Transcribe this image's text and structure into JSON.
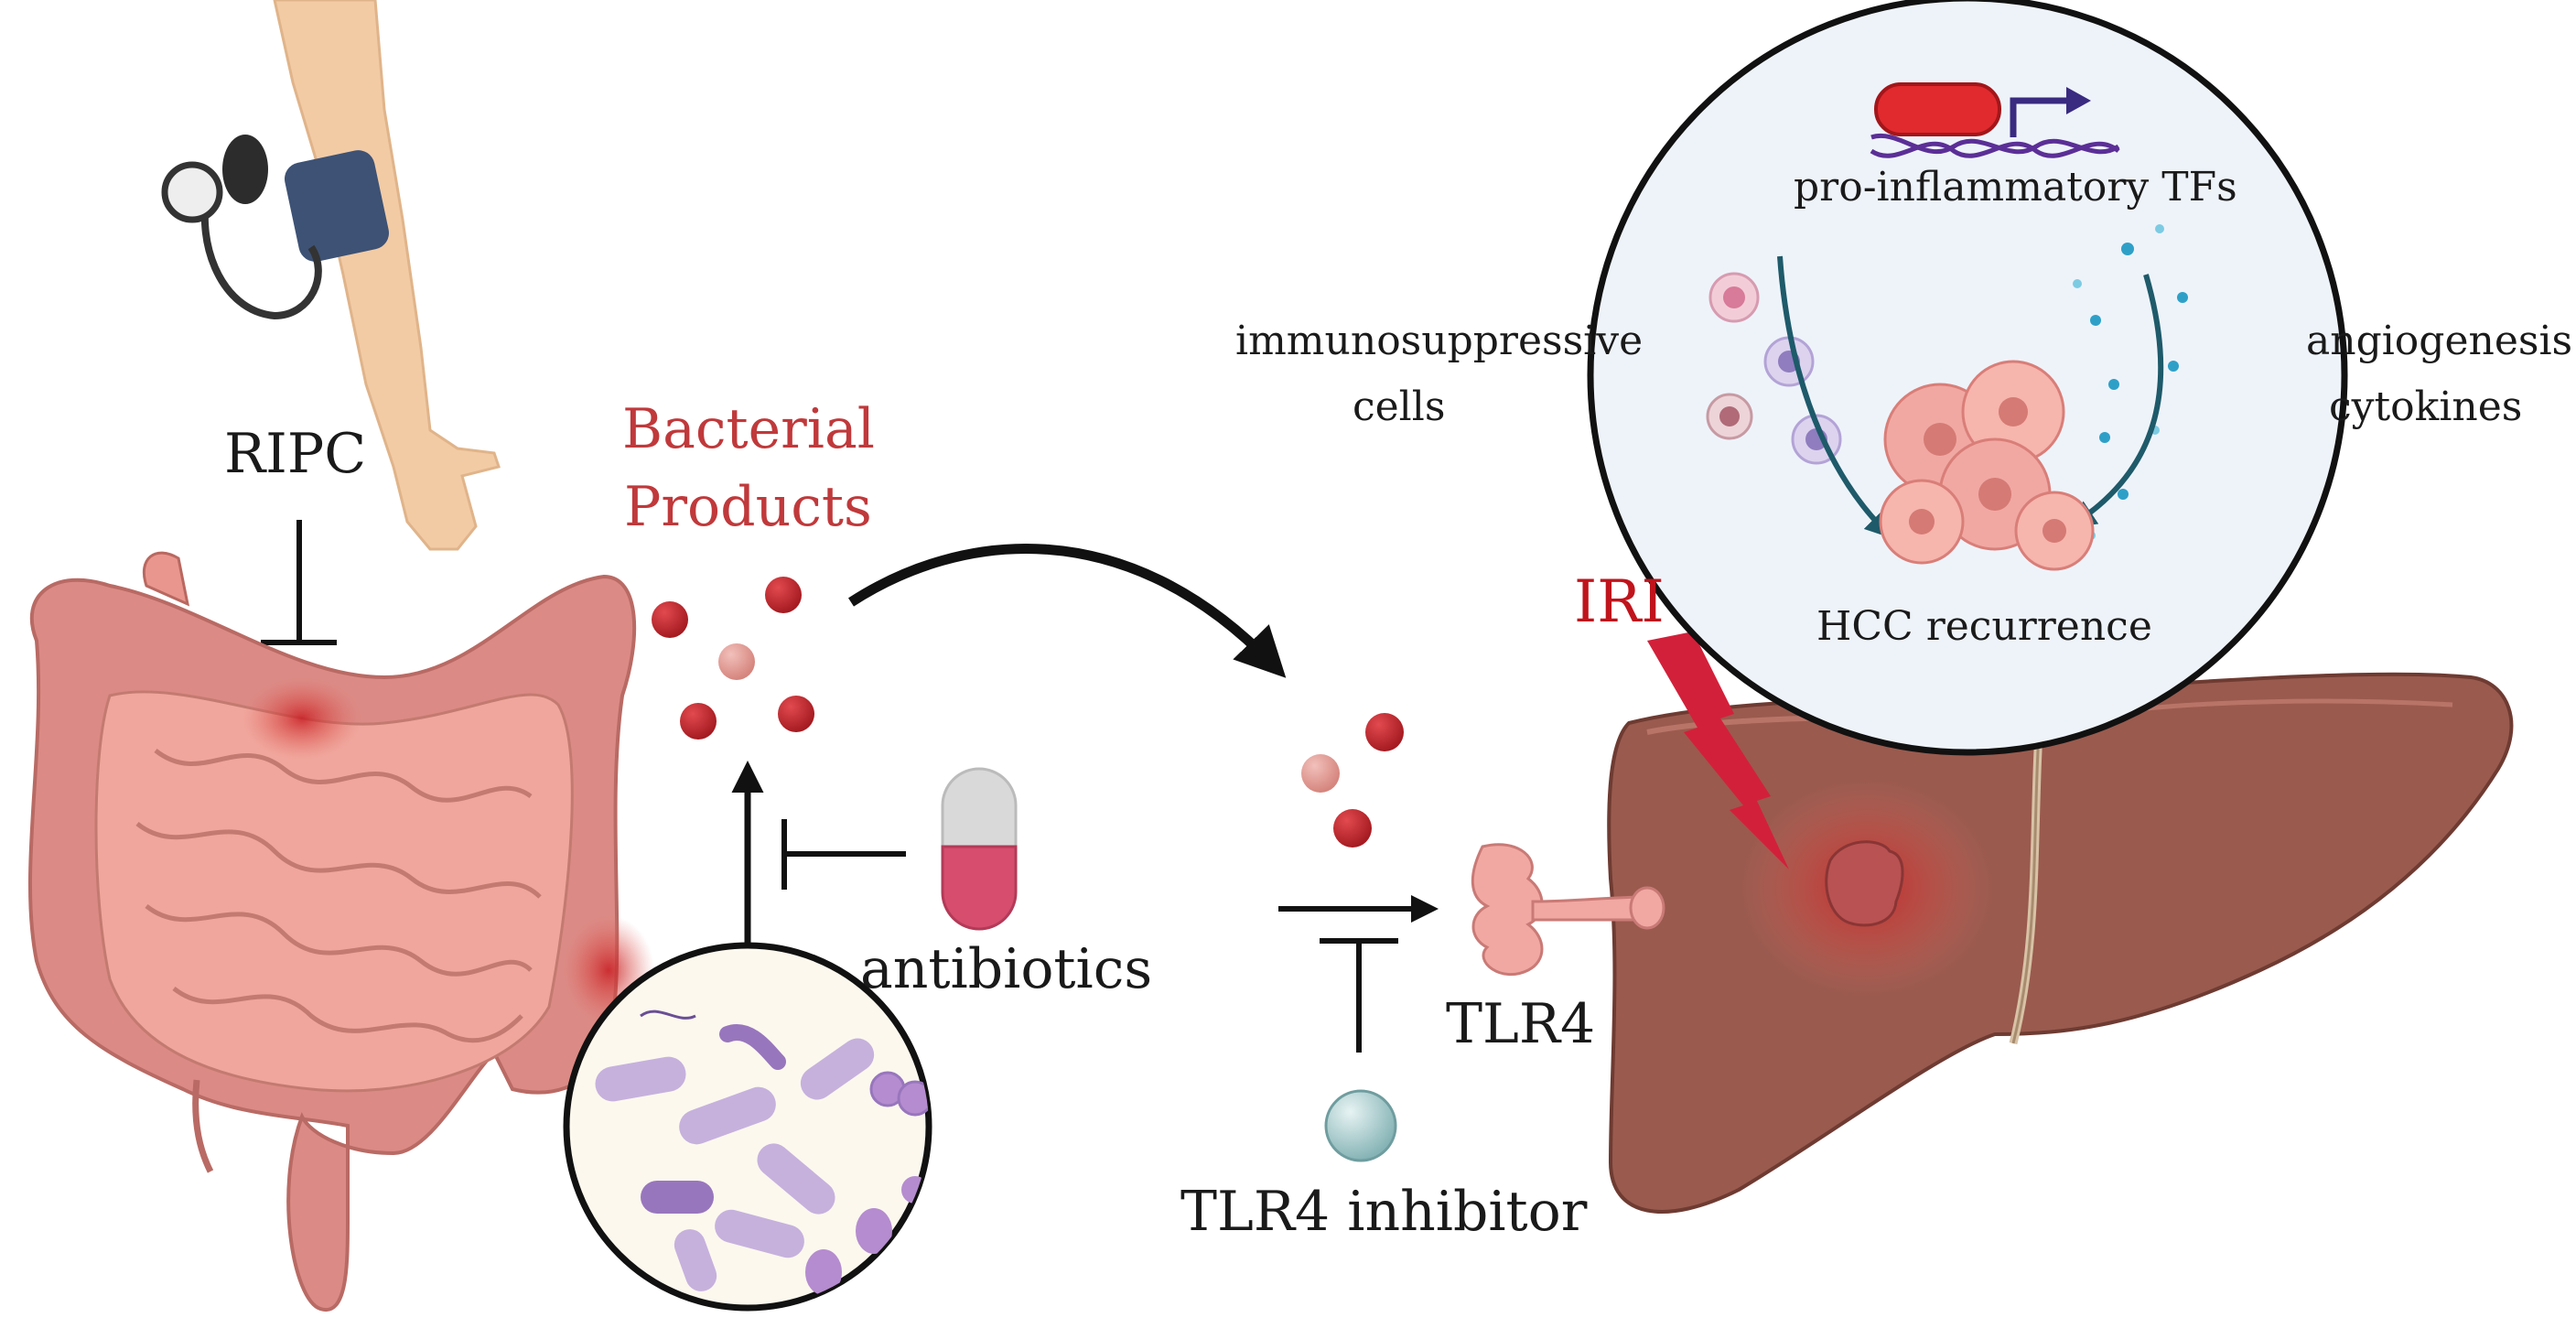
{
  "labels": {
    "ripc": "RIPC",
    "bacterial_products_line1": "Bacterial",
    "bacterial_products_line2": "Products",
    "antibiotics": "antibiotics",
    "tlr4": "TLR4",
    "tlr4_inhibitor": "TLR4 inhibitor",
    "iri": "IRI",
    "pro_inflammatory_tfs": "pro-inflammatory TFs",
    "immunosuppressive_line1": "immunosuppressive",
    "immunosuppressive_line2": "cells",
    "angiogenesis_line1": "angiogenesis",
    "angiogenesis_line2": "cytokines",
    "hcc_recurrence": "HCC recurrence"
  },
  "colors": {
    "bacterial_products_text": "#c0393b",
    "iri_text": "#c0141c",
    "intestine_fill": "#dc8a85",
    "intestine_inner": "#f0a69c",
    "liver_fill": "#9a5a4e",
    "bacteria_particle": "#c8262e",
    "bacteria_particle_light": "#e39a94",
    "lightning": "#d3203a",
    "inhibitor_ball": "#9fc9c9",
    "tlr4_receptor": "#f1a8a3",
    "capsule_top": "#d4d4d4",
    "capsule_bottom": "#d64d6e",
    "arrow": "#111111",
    "inset_bg": "#eef3fa",
    "bacteria_circle_bg": "#fcf8ee",
    "bacteria_cell": "#c6b1dd",
    "tf_red": "#e12a2e",
    "tf_arrow": "#3a2a80",
    "cytokine_dot": "#2ea0c8"
  },
  "icons": {
    "blood_pressure": "blood-pressure-cuff-icon",
    "intestine": "intestine-icon",
    "capsule": "antibiotic-capsule-icon",
    "bacteria": "gut-bacteria-icon",
    "liver": "liver-icon",
    "receptor": "tlr4-receptor-icon",
    "lightning": "lightning-bolt-icon",
    "tumor": "tumor-cluster-icon",
    "dna": "dna-transcription-icon"
  }
}
